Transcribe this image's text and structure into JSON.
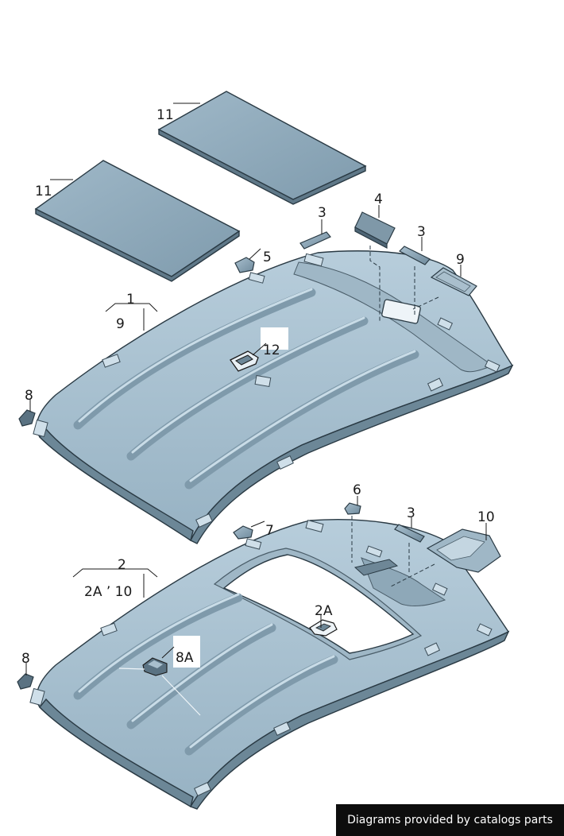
{
  "labels": {
    "l11a": "11",
    "l11b": "11",
    "l4": "4",
    "l3a": "3",
    "l3b": "3",
    "l9a": "9",
    "l5": "5",
    "l1": "1",
    "l9b": "9",
    "l12": "12",
    "l8a": "8",
    "l6": "6",
    "l3c": "3",
    "l10": "10",
    "l7": "7",
    "l2": "2",
    "l2a10": "2A ’ 10",
    "l2a": "2A",
    "l8b": "8",
    "l8a2": "8A"
  },
  "footer": {
    "credit": "Diagrams provided by catalogs parts"
  },
  "colors": {
    "headliner_fill": "#a9c1d0",
    "panel_fill": "#97b1c1",
    "rib": "#7f9aab",
    "edge": "#2a3a44",
    "banner_bg": "#0d0d0d"
  }
}
